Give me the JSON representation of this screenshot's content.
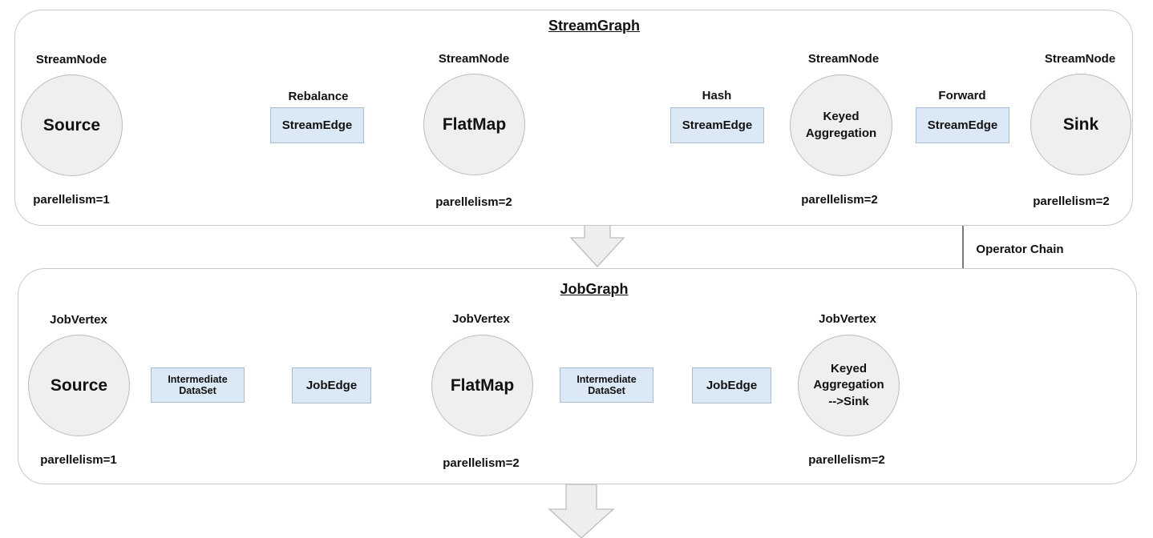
{
  "stream_graph": {
    "title": "StreamGraph",
    "node_caption": "StreamNode",
    "nodes": {
      "source": {
        "text": "Source",
        "parallelism": "parellelism=1"
      },
      "flatmap": {
        "text": "FlatMap",
        "parallelism": "parellelism=2"
      },
      "keyed": {
        "line1": "Keyed",
        "line2": "Aggregation",
        "parallelism": "parellelism=2"
      },
      "sink": {
        "text": "Sink",
        "parallelism": "parellelism=2"
      }
    },
    "edges": {
      "rebalance": {
        "partitioner": "Rebalance",
        "label": "StreamEdge"
      },
      "hash": {
        "partitioner": "Hash",
        "label": "StreamEdge"
      },
      "forward": {
        "partitioner": "Forward",
        "label": "StreamEdge"
      }
    }
  },
  "operator_chain_label": "Operator Chain",
  "job_graph": {
    "title": "JobGraph",
    "vertex_caption": "JobVertex",
    "vertices": {
      "source": {
        "text": "Source",
        "parallelism": "parellelism=1"
      },
      "flatmap": {
        "text": "FlatMap",
        "parallelism": "parellelism=2"
      },
      "keyed_sink": {
        "line1": "Keyed",
        "line2": "Aggregation",
        "line3": "-->Sink",
        "parallelism": "parellelism=2"
      }
    },
    "intermediate_dataset": {
      "line1": "Intermediate",
      "line2": "DataSet"
    },
    "job_edge_label": "JobEdge"
  }
}
